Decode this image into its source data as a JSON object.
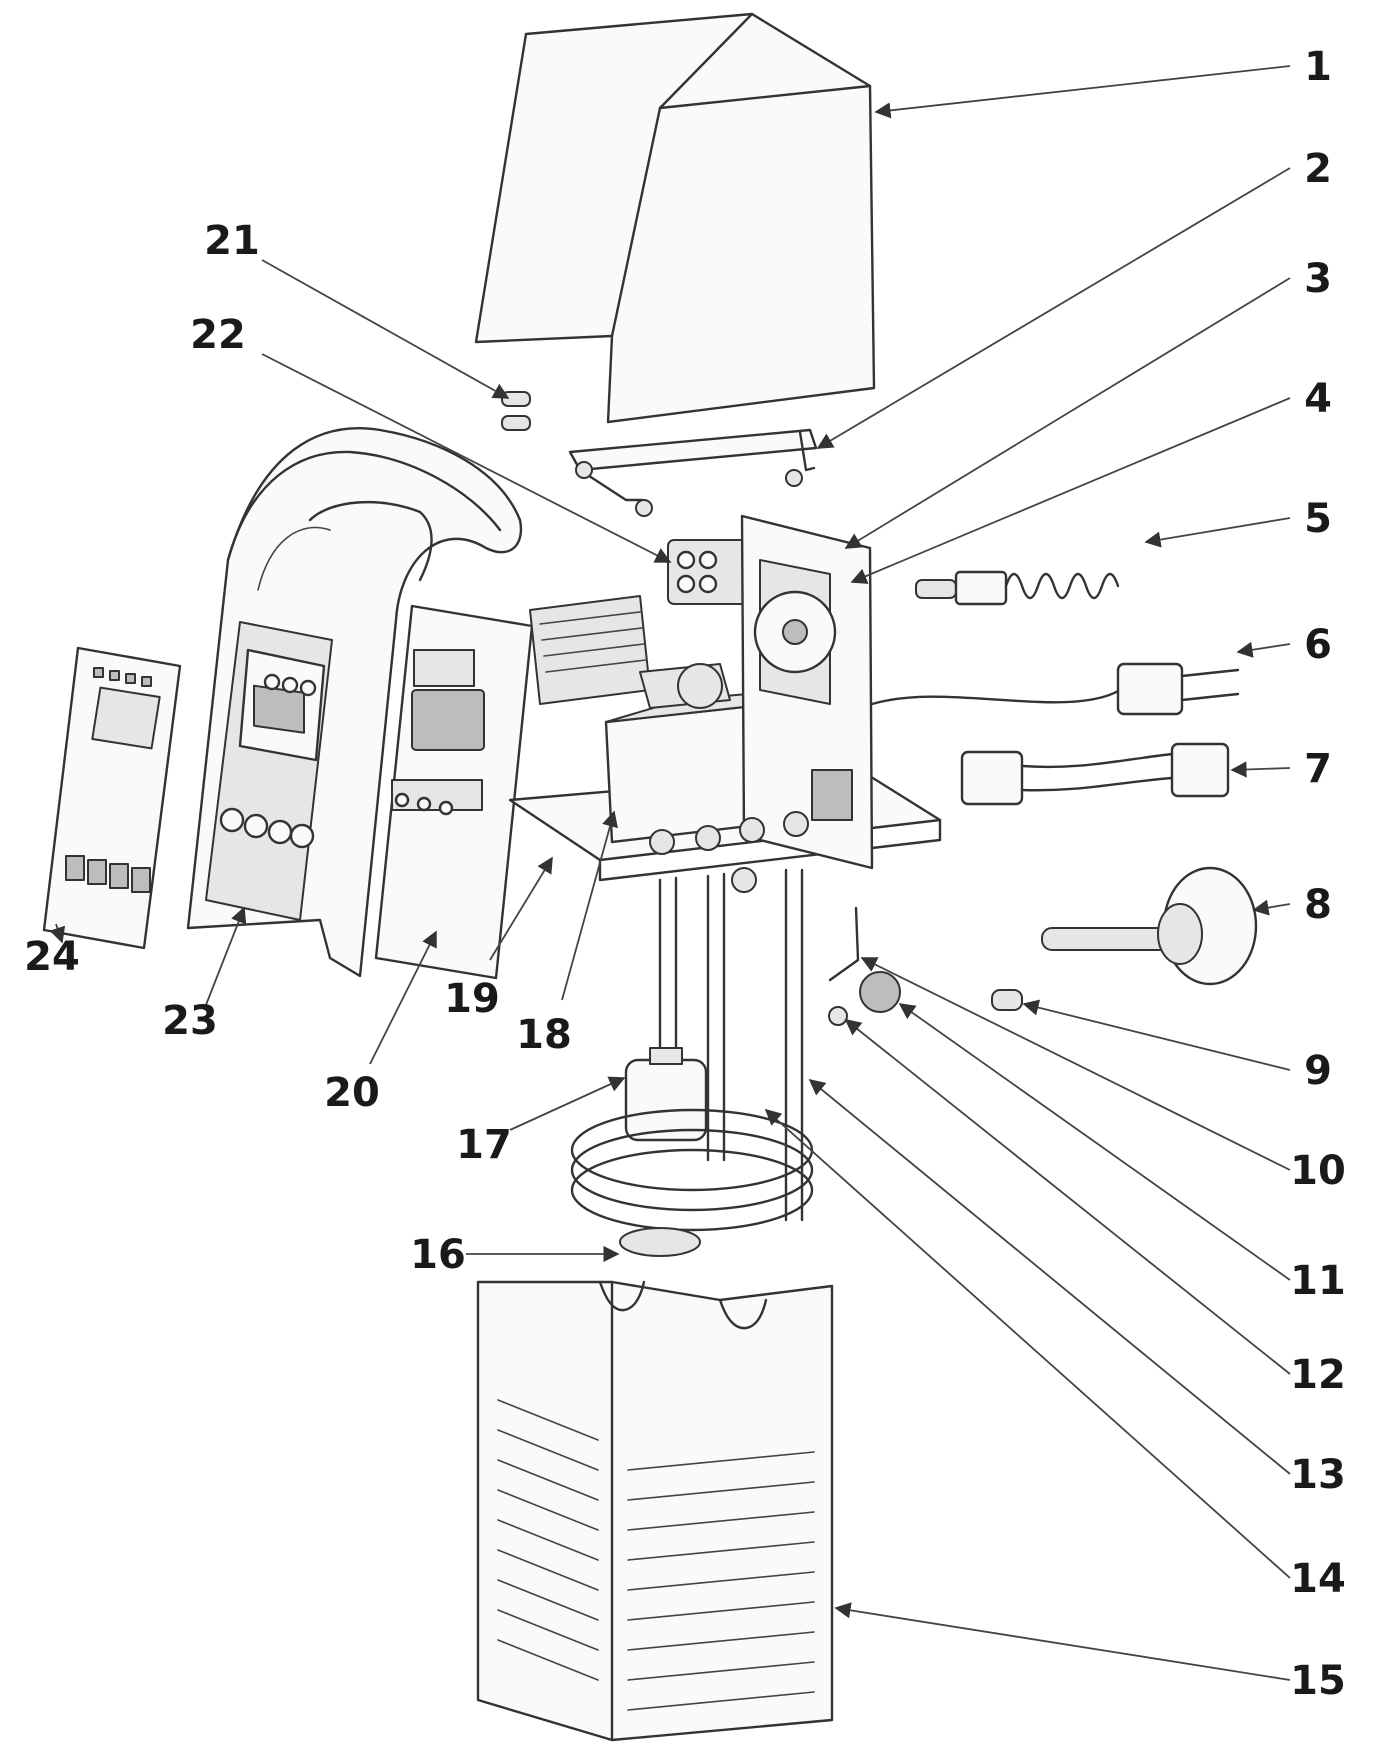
{
  "callouts": [
    {
      "number": "1"
    },
    {
      "number": "2"
    },
    {
      "number": "3"
    },
    {
      "number": "4"
    },
    {
      "number": "5"
    },
    {
      "number": "6"
    },
    {
      "number": "7"
    },
    {
      "number": "8"
    },
    {
      "number": "9"
    },
    {
      "number": "10"
    },
    {
      "number": "11"
    },
    {
      "number": "12"
    },
    {
      "number": "13"
    },
    {
      "number": "14"
    },
    {
      "number": "15"
    },
    {
      "number": "16"
    },
    {
      "number": "17"
    },
    {
      "number": "18"
    },
    {
      "number": "19"
    },
    {
      "number": "20"
    },
    {
      "number": "21"
    },
    {
      "number": "22"
    },
    {
      "number": "23"
    },
    {
      "number": "24"
    }
  ],
  "colors": {
    "line": "#333333",
    "label": "#1a1a1a",
    "background": "#ffffff"
  }
}
